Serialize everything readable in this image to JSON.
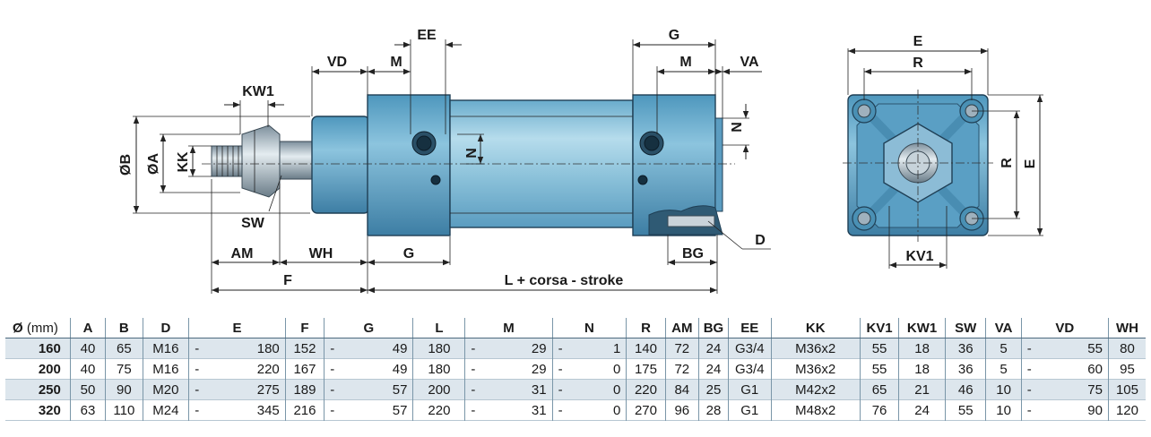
{
  "side_view_labels": {
    "ee": "EE",
    "g_top": "G",
    "vd": "VD",
    "m_left": "M",
    "m_right": "M",
    "va": "VA",
    "kw1": "KW1",
    "ob": "ØB",
    "oa": "ØA",
    "kk": "KK",
    "n_mid": "N",
    "n_right": "N",
    "sw": "SW",
    "d": "D",
    "am": "AM",
    "wh": "WH",
    "g_bottom": "G",
    "bg": "BG",
    "f": "F",
    "l_stroke": "L + corsa - stroke"
  },
  "end_view_labels": {
    "e_top": "E",
    "r_top": "R",
    "r_side": "R",
    "e_side": "E",
    "kv1": "KV1"
  },
  "table": {
    "headers": [
      "Ø",
      "(mm)",
      "A",
      "B",
      "D",
      "E",
      "F",
      "G",
      "L",
      "M",
      "N",
      "R",
      "AM",
      "BG",
      "EE",
      "KK",
      "KV1",
      "KW1",
      "SW",
      "VA",
      "VD",
      "WH"
    ],
    "rows": [
      {
        "bore": "160",
        "A": "40",
        "B": "65",
        "D": "M16",
        "E_pre": "-",
        "E": "180",
        "F": "152",
        "G_pre": "-",
        "G": "49",
        "L": "180",
        "M_pre": "-",
        "M": "29",
        "N_pre": "-",
        "N": "1",
        "R": "140",
        "AM": "72",
        "BG": "24",
        "EE": "G3/4",
        "KK": "M36x2",
        "KV1": "55",
        "KW1": "18",
        "SW": "36",
        "VA": "5",
        "VD_pre": "-",
        "VD": "55",
        "WH": "80"
      },
      {
        "bore": "200",
        "A": "40",
        "B": "75",
        "D": "M16",
        "E_pre": "-",
        "E": "220",
        "F": "167",
        "G_pre": "-",
        "G": "49",
        "L": "180",
        "M_pre": "-",
        "M": "29",
        "N_pre": "-",
        "N": "0",
        "R": "175",
        "AM": "72",
        "BG": "24",
        "EE": "G3/4",
        "KK": "M36x2",
        "KV1": "55",
        "KW1": "18",
        "SW": "36",
        "VA": "5",
        "VD_pre": "-",
        "VD": "60",
        "WH": "95"
      },
      {
        "bore": "250",
        "A": "50",
        "B": "90",
        "D": "M20",
        "E_pre": "-",
        "E": "275",
        "F": "189",
        "G_pre": "-",
        "G": "57",
        "L": "200",
        "M_pre": "-",
        "M": "31",
        "N_pre": "-",
        "N": "0",
        "R": "220",
        "AM": "84",
        "BG": "25",
        "EE": "G1",
        "KK": "M42x2",
        "KV1": "65",
        "KW1": "21",
        "SW": "46",
        "VA": "10",
        "VD_pre": "-",
        "VD": "75",
        "WH": "105"
      },
      {
        "bore": "320",
        "A": "63",
        "B": "110",
        "D": "M24",
        "E_pre": "-",
        "E": "345",
        "F": "216",
        "G_pre": "-",
        "G": "57",
        "L": "220",
        "M_pre": "-",
        "M": "31",
        "N_pre": "-",
        "N": "0",
        "R": "270",
        "AM": "96",
        "BG": "28",
        "EE": "G1",
        "KK": "M48x2",
        "KV1": "76",
        "KW1": "24",
        "SW": "55",
        "VA": "10",
        "VD_pre": "-",
        "VD": "90",
        "WH": "120"
      }
    ]
  }
}
